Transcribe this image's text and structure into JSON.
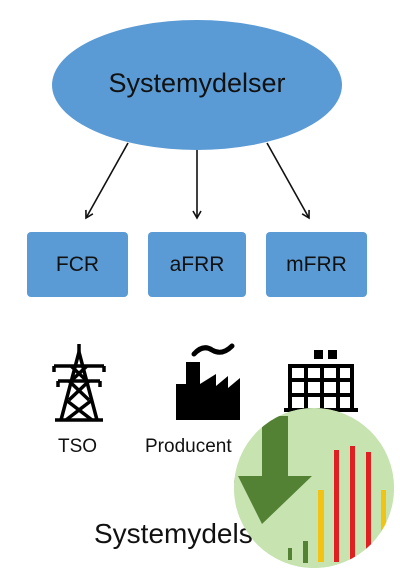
{
  "diagram": {
    "root": {
      "label": "Systemydelser"
    },
    "children": [
      {
        "label": "FCR"
      },
      {
        "label": "aFRR"
      },
      {
        "label": "mFRR"
      }
    ],
    "actors": [
      {
        "label": "TSO",
        "icon": "power-pylon-icon"
      },
      {
        "label": "Producent",
        "icon": "factory-icon"
      },
      {
        "label": "",
        "icon": "building-icon"
      }
    ],
    "footer": {
      "label": "Systemydelser"
    },
    "badge": {
      "icon": "down-arrow-chart-icon"
    }
  },
  "colors": {
    "ellipse_fill": "#5b9bd5",
    "box_fill": "#5b9bd5",
    "badge_bg": "#c6e3b0",
    "arrow_green": "#548235",
    "bar_red": "#e02020",
    "bar_yellow": "#f2c314"
  }
}
